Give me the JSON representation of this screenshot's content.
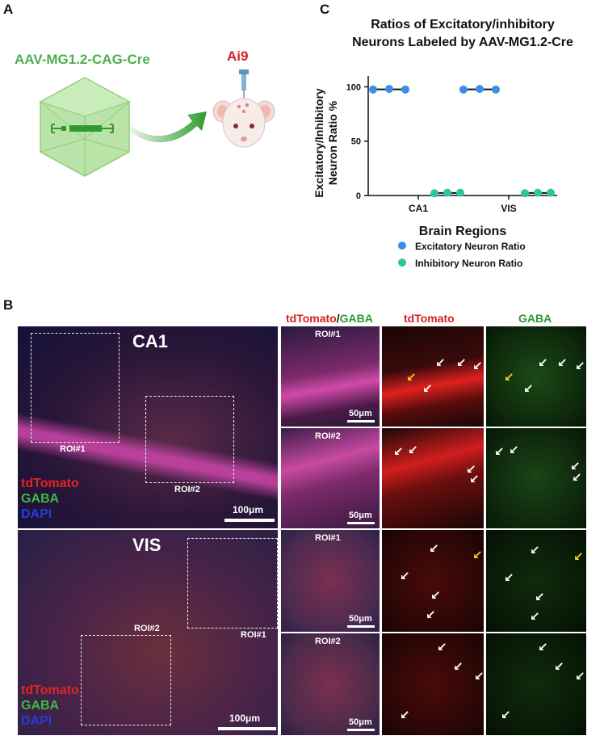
{
  "panel_a": {
    "letter": "A",
    "vector_label": "AAV-MG1.2-CAG-Cre",
    "mouse_label": "Ai9"
  },
  "panel_c": {
    "letter": "C",
    "title_line1": "Ratios of Excitatory/inhibitory",
    "title_line2": "Neurons Labeled by AAV-MG1.2-Cre",
    "ylabel_line1": "Excitatory/Inhibitory",
    "ylabel_line2": "Neuron Ratio %",
    "xlabel": "Brain Regions",
    "legend": [
      "Excitatory Neuron Ratio",
      "Inhibitory Neuron Ratio"
    ]
  },
  "chart_data": {
    "type": "scatter",
    "title": "Ratios of Excitatory/inhibitory Neurons Labeled by AAV-MG1.2-Cre",
    "xlabel": "Brain Regions",
    "ylabel": "Excitatory/Inhibitory Neuron Ratio %",
    "categories": [
      "CA1",
      "VIS"
    ],
    "ylim": [
      0,
      110
    ],
    "yticks": [
      0,
      50,
      100
    ],
    "legend_position": "bottom",
    "series": [
      {
        "name": "Excitatory Neuron Ratio",
        "color": "#3a8ee6",
        "points": {
          "CA1": [
            97.5,
            98,
            97.5
          ],
          "VIS": [
            97.5,
            98,
            97.5
          ]
        }
      },
      {
        "name": "Inhibitory Neuron Ratio",
        "color": "#2ec4a0",
        "points": {
          "CA1": [
            2,
            2.5,
            2.5
          ],
          "VIS": [
            2,
            2.5,
            2.5
          ]
        }
      }
    ]
  },
  "panel_b": {
    "letter": "B",
    "col_heads": {
      "merge_red": "tdTomato",
      "merge_sep": "/",
      "merge_green": "GABA",
      "red": "tdTomato",
      "green": "GABA"
    },
    "ca1": {
      "title": "CA1",
      "roi1": "ROI#1",
      "roi2": "ROI#2",
      "scale": "100μm"
    },
    "vis": {
      "title": "VIS",
      "roi1": "ROI#1",
      "roi2": "ROI#2",
      "scale": "100μm"
    },
    "channels": [
      "tdTomato",
      "GABA",
      "DAPI"
    ],
    "zoom_scale": "50μm",
    "zoom_roi1": "ROI#1",
    "zoom_roi2": "ROI#2"
  },
  "colors": {
    "green_text": "#4caf50",
    "red_text": "#d42020",
    "excitatory": "#3a8ee6",
    "inhibitory": "#2ec4a0"
  }
}
